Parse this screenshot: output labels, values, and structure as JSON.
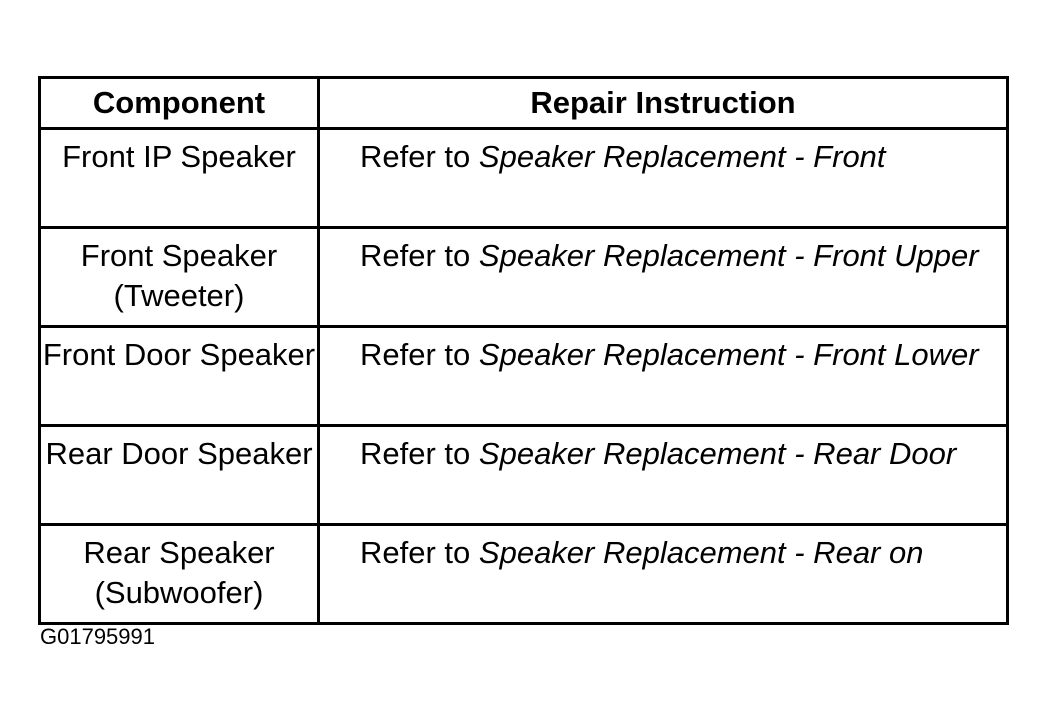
{
  "table": {
    "headers": {
      "component": "Component",
      "instruction": "Repair Instruction"
    },
    "rows": [
      {
        "component": "Front IP Speaker",
        "refer": "Refer to",
        "procedure": "Speaker Replacement - Front"
      },
      {
        "component": "Front Speaker (Tweeter)",
        "refer": "Refer to",
        "procedure": "Speaker Replacement - Front Upper"
      },
      {
        "component": "Front Door Speaker",
        "refer": "Refer to",
        "procedure": "Speaker Replacement - Front Lower"
      },
      {
        "component": "Rear Door Speaker",
        "refer": "Refer to",
        "procedure": "Speaker Replacement - Rear Door"
      },
      {
        "component": "Rear Speaker (Subwoofer)",
        "refer": "Refer to",
        "procedure": "Speaker Replacement - Rear on"
      }
    ]
  },
  "figure_id": "G01795991"
}
